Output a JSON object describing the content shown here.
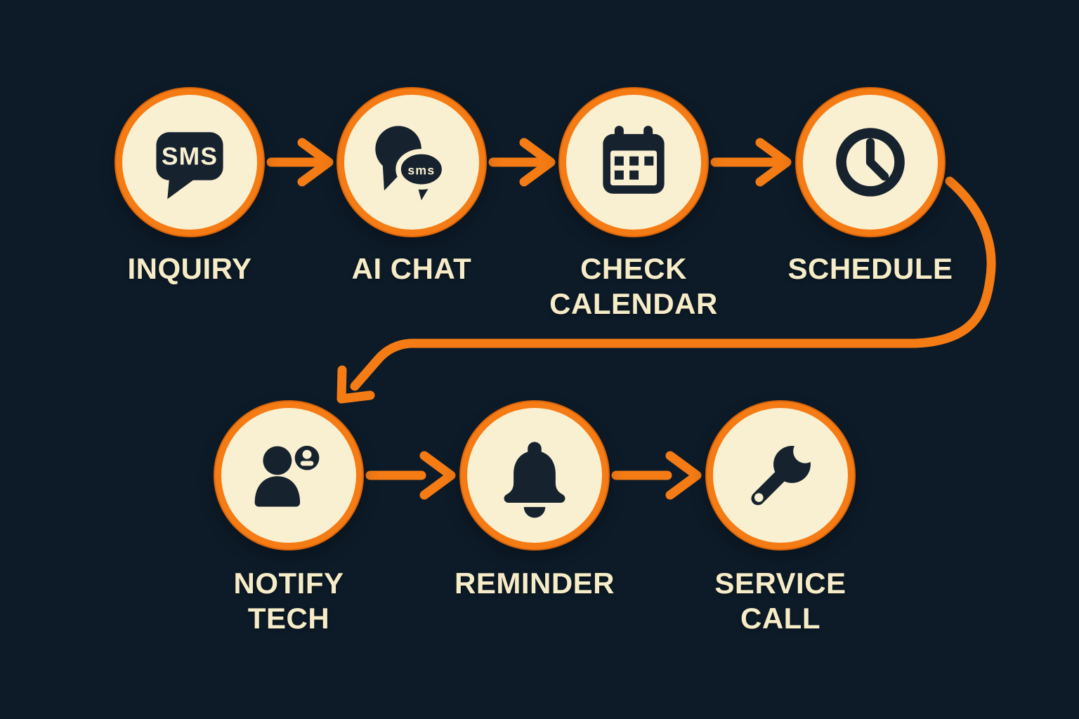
{
  "colors": {
    "background": "#0d1b28",
    "node_fill": "#f9efd1",
    "accent": "#f57b14",
    "accent_dark": "#d9650b",
    "icon_ink": "#16222e",
    "label_text": "#f6ecc8"
  },
  "nodes": [
    {
      "id": "inquiry",
      "label": "INQUIRY",
      "lines": [
        "INQUIRY"
      ],
      "icon": "sms-message-icon",
      "icon_text": "SMS"
    },
    {
      "id": "ai-chat",
      "label": "AI CHAT",
      "lines": [
        "AI CHAT"
      ],
      "icon": "chat-bubbles-icon",
      "icon_text": "sms"
    },
    {
      "id": "check-calendar",
      "label": "CHECK CALENDAR",
      "lines": [
        "CHECK",
        "CALENDAR"
      ],
      "icon": "calendar-icon"
    },
    {
      "id": "schedule",
      "label": "SCHEDULE",
      "lines": [
        "SCHEDULE"
      ],
      "icon": "clock-icon"
    },
    {
      "id": "notify-tech",
      "label": "NOTIFY TECH",
      "lines": [
        "NOTIFY",
        "TECH"
      ],
      "icon": "technician-user-icon"
    },
    {
      "id": "reminder",
      "label": "REMINDER",
      "lines": [
        "REMINDER"
      ],
      "icon": "bell-icon"
    },
    {
      "id": "service-call",
      "label": "SERVICE CALL",
      "lines": [
        "SERVICE",
        "CALL"
      ],
      "icon": "wrench-icon"
    }
  ],
  "edges": [
    {
      "from": "inquiry",
      "to": "ai-chat",
      "style": "straight"
    },
    {
      "from": "ai-chat",
      "to": "check-calendar",
      "style": "straight"
    },
    {
      "from": "check-calendar",
      "to": "schedule",
      "style": "straight"
    },
    {
      "from": "schedule",
      "to": "notify-tech",
      "style": "curved"
    },
    {
      "from": "notify-tech",
      "to": "reminder",
      "style": "straight"
    },
    {
      "from": "reminder",
      "to": "service-call",
      "style": "straight"
    }
  ]
}
